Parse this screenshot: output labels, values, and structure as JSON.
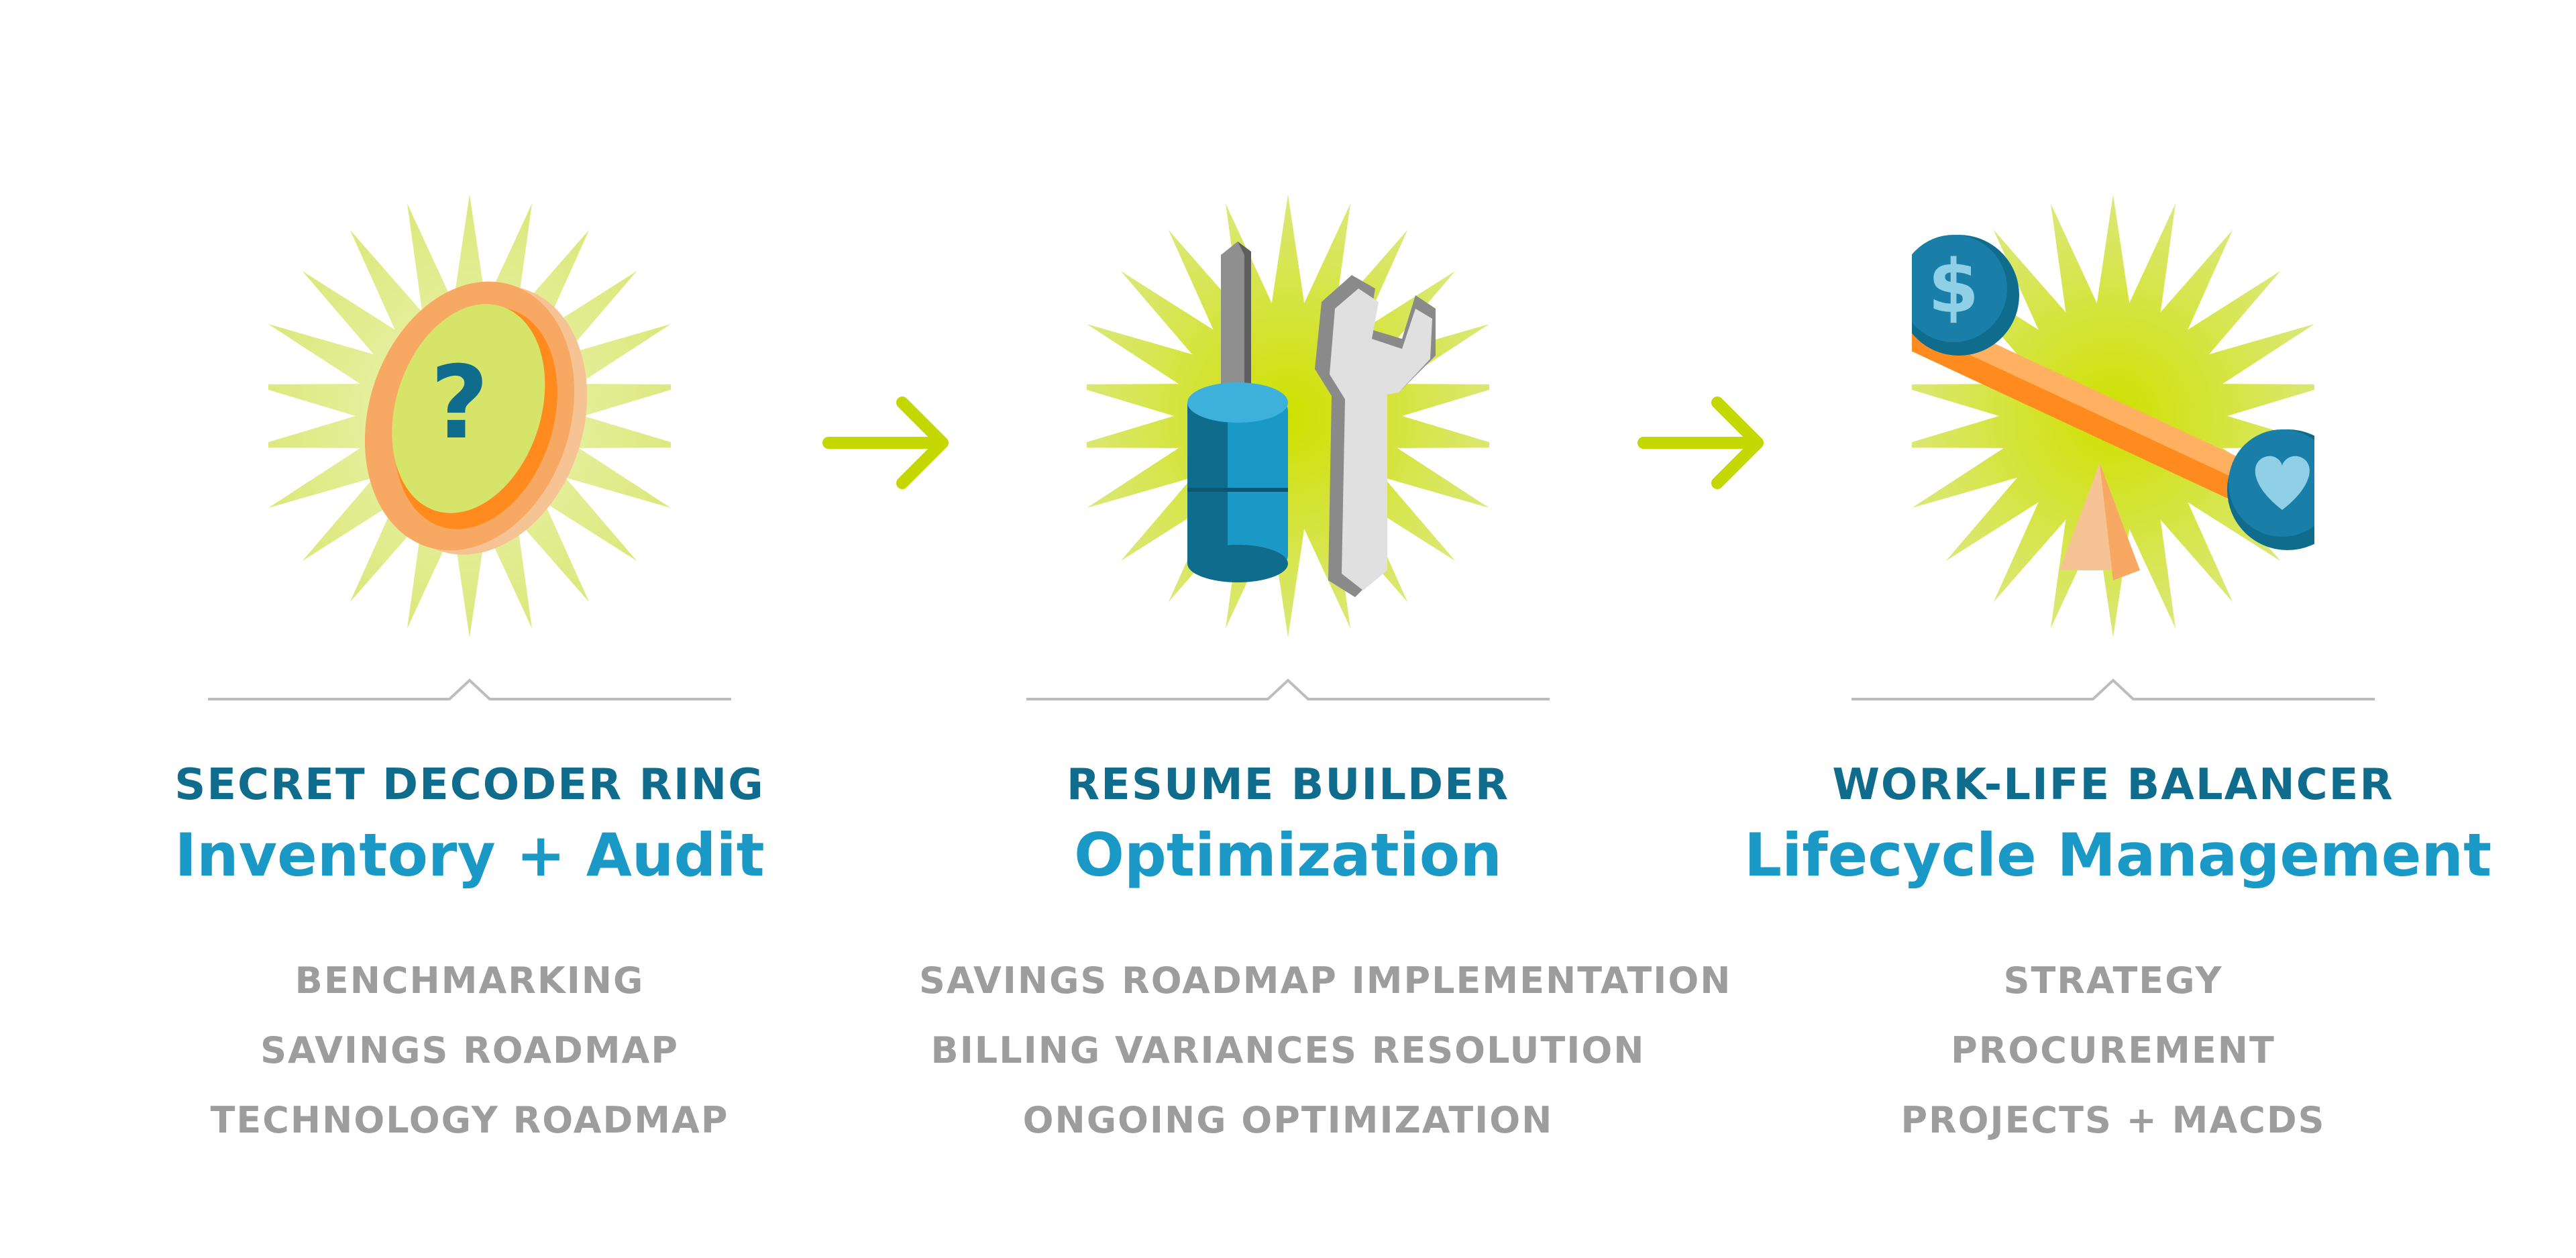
{
  "colors": {
    "kicker": "#0f6c8d",
    "headline": "#1a98c6",
    "item": "#9d9d9d",
    "arrow": "#c5d700",
    "burst": "#dbe87a",
    "orange": "#ff8a1e",
    "divider": "#bdbdbd"
  },
  "stages": [
    {
      "icon": "decoder-ring-icon",
      "kicker": "SECRET DECODER RING",
      "headline": "Inventory + Audit",
      "items": [
        "BENCHMARKING",
        "SAVINGS ROADMAP",
        "TECHNOLOGY ROADMAP"
      ]
    },
    {
      "icon": "screwdriver-wrench-icon",
      "kicker": "RESUME BUILDER",
      "headline": "Optimization",
      "items": [
        "SAVINGS ROADMAP IMPLEMENTATION",
        "BILLING VARIANCES RESOLUTION",
        "ONGOING OPTIMIZATION"
      ]
    },
    {
      "icon": "balance-seesaw-icon",
      "kicker": "WORK-LIFE BALANCER",
      "headline": "Lifecycle Management",
      "items": [
        "STRATEGY",
        "PROCUREMENT",
        "PROJECTS + MACDS"
      ]
    }
  ]
}
